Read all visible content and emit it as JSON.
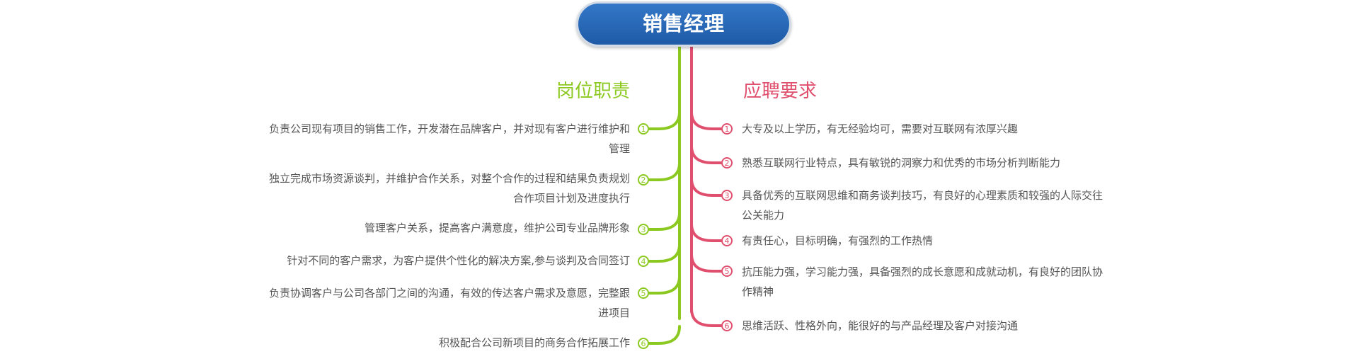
{
  "title": "销售经理",
  "colors": {
    "title_blue": "#2565b5",
    "left_green": "#8cc920",
    "right_pink": "#e0506e",
    "text_gray": "#555555"
  },
  "left": {
    "heading": "岗位职责",
    "items": [
      {
        "num": "1",
        "text": "负责公司现有项目的销售工作，开发潜在品牌客户，并对现有客户进行维护和管理"
      },
      {
        "num": "2",
        "text": "独立完成市场资源谈判，并维护合作关系，对整个合作的过程和结果负责规划合作项目计划及进度执行"
      },
      {
        "num": "3",
        "text": "管理客户关系，提高客户满意度，维护公司专业品牌形象"
      },
      {
        "num": "4",
        "text": "针对不同的客户需求，为客户提供个性化的解决方案,参与谈判及合同签订"
      },
      {
        "num": "5",
        "text": "负责协调客户与公司各部门之间的沟通，有效的传达客户需求及意愿，完整跟进项目"
      },
      {
        "num": "6",
        "text": "积极配合公司新项目的商务合作拓展工作"
      }
    ]
  },
  "right": {
    "heading": "应聘要求",
    "items": [
      {
        "num": "1",
        "text": "大专及以上学历，有无经验均可，需要对互联网有浓厚兴趣"
      },
      {
        "num": "2",
        "text": "熟悉互联网行业特点，具有敏锐的洞察力和优秀的市场分析判断能力"
      },
      {
        "num": "3",
        "text": "具备优秀的互联网思维和商务谈判技巧，有良好的心理素质和较强的人际交往公关能力"
      },
      {
        "num": "4",
        "text": "有责任心，目标明确，有强烈的工作热情"
      },
      {
        "num": "5",
        "text": "抗压能力强，学习能力强，具备强烈的成长意愿和成就动机，有良好的团队协作精神"
      },
      {
        "num": "6",
        "text": "思维活跃、性格外向，能很好的与产品经理及客户对接沟通"
      }
    ]
  }
}
